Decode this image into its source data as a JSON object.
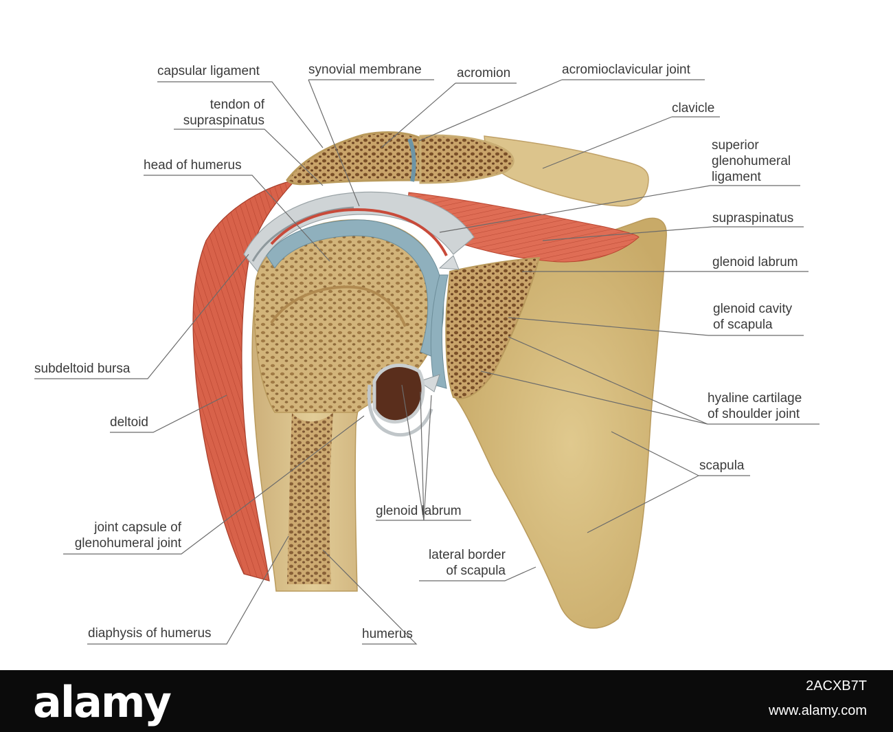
{
  "labels": {
    "capsular_ligament": "capsular ligament",
    "synovial_membrane": "synovial membrane",
    "acromion": "acromion",
    "acromioclavicular_joint": "acromioclavicular joint",
    "tendon_of_supraspinatus": [
      "tendon of",
      "supraspinatus"
    ],
    "clavicle": "clavicle",
    "superior_glenohumeral_ligament": [
      "superior",
      "glenohumeral",
      "ligament"
    ],
    "head_of_humerus": "head of humerus",
    "supraspinatus": "supraspinatus",
    "glenoid_labrum_upper": "glenoid labrum",
    "glenoid_cavity": [
      "glenoid cavity",
      "of scapula"
    ],
    "subdeltoid_bursa": "subdeltoid bursa",
    "hyaline_cartilage": [
      "hyaline cartilage",
      "of shoulder joint"
    ],
    "deltoid": "deltoid",
    "scapula": "scapula",
    "glenoid_labrum_lower": "glenoid labrum",
    "joint_capsule": [
      "joint capsule of",
      "glenohumeral joint"
    ],
    "lateral_border": [
      "lateral border",
      "of scapula"
    ],
    "diaphysis_of_humerus": "diaphysis of humerus",
    "humerus": "humerus"
  },
  "footer": {
    "brand": "alamy",
    "image_id": "2ACXB7T",
    "site": "www.alamy.com"
  },
  "colors": {
    "background": "#ffffff",
    "footer": "#0b0b0b",
    "bone": "#d8c18a",
    "muscle": "#d9654a",
    "cartilage": "#8fb0bd",
    "text": "#3a3a3a",
    "leader": "#6b6b6b"
  }
}
